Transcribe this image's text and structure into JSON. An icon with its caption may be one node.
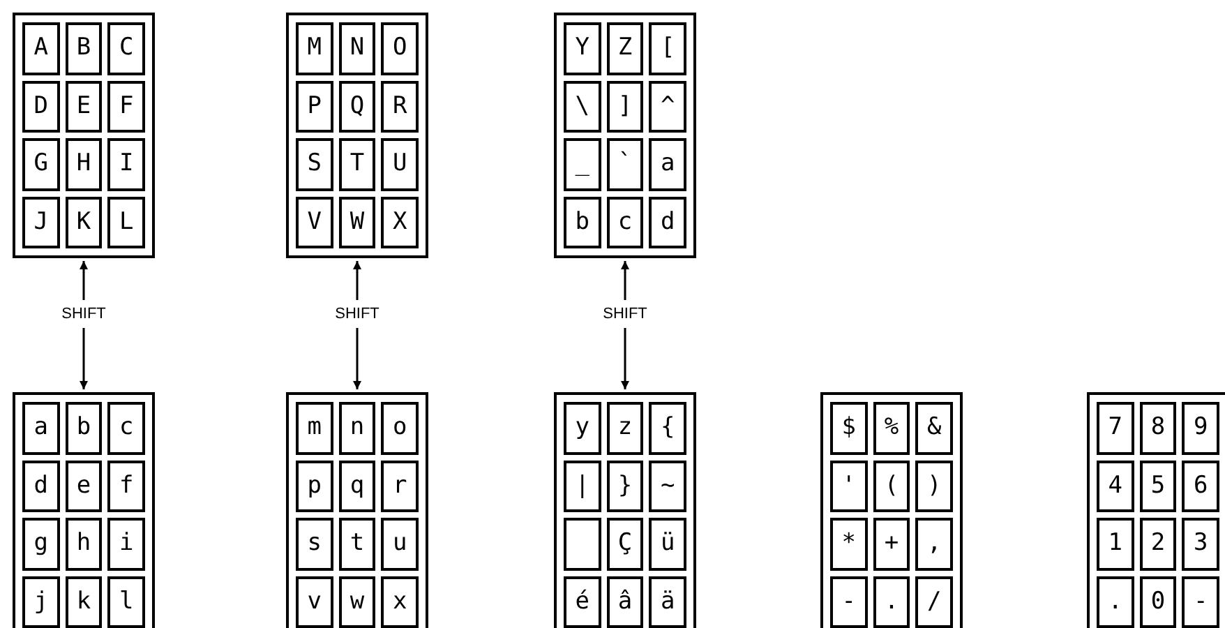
{
  "diagram": {
    "nodes": [
      {
        "text": [],
        "shape": "box"
      },
      {
        "text": [
          "A"
        ],
        "in": 0
      },
      {
        "text": [
          "B"
        ],
        "in": 0
      },
      {
        "text": [
          "C"
        ],
        "in": 0
      },
      {
        "text": [
          "D"
        ],
        "in": 0
      },
      {
        "text": [
          "E"
        ],
        "in": 0
      },
      {
        "text": [
          "F"
        ],
        "in": 0
      },
      {
        "text": [
          "G"
        ],
        "in": 0
      },
      {
        "text": [
          "H"
        ],
        "in": 0
      },
      {
        "text": [
          "I"
        ],
        "in": 0
      },
      {
        "text": [
          "J"
        ],
        "in": 0
      },
      {
        "text": [
          "K"
        ],
        "in": 0
      },
      {
        "text": [
          "L"
        ],
        "in": 0
      },
      {
        "text": [],
        "shape": "box"
      },
      {
        "text": [
          "M"
        ],
        "in": 13
      },
      {
        "text": [
          "N"
        ],
        "in": 13
      },
      {
        "text": [
          "O"
        ],
        "in": 13
      },
      {
        "text": [
          "P"
        ],
        "in": 13
      },
      {
        "text": [
          "Q"
        ],
        "in": 13
      },
      {
        "text": [
          "R"
        ],
        "in": 13
      },
      {
        "text": [
          "S"
        ],
        "in": 13
      },
      {
        "text": [
          "T"
        ],
        "in": 13
      },
      {
        "text": [
          "U"
        ],
        "in": 13
      },
      {
        "text": [
          "V"
        ],
        "in": 13
      },
      {
        "text": [
          "W"
        ],
        "in": 13
      },
      {
        "text": [
          "X"
        ],
        "in": 13
      },
      {
        "text": [],
        "shape": "box"
      },
      {
        "text": [
          "Y"
        ],
        "in": 26
      },
      {
        "text": [
          "Z"
        ],
        "in": 26
      },
      {
        "text": [
          "["
        ],
        "in": 26
      },
      {
        "text": [
          "\\"
        ],
        "in": 26
      },
      {
        "text": [
          "]"
        ],
        "in": 26
      },
      {
        "text": [
          "^"
        ],
        "in": 26
      },
      {
        "text": [
          "_"
        ],
        "in": 26
      },
      {
        "text": [
          "`"
        ],
        "in": 26
      },
      {
        "text": [
          "a"
        ],
        "in": 26
      },
      {
        "text": [
          "b"
        ],
        "in": 26
      },
      {
        "text": [
          "c"
        ],
        "in": 26
      },
      {
        "text": [
          "d"
        ],
        "in": 26
      },
      {
        "text": [
          "SHIFT"
        ]
      },
      {
        "text": [
          "SHIFT"
        ]
      },
      {
        "text": [
          "SHIFT"
        ]
      },
      {
        "text": [],
        "shape": "box"
      },
      {
        "text": [
          "a"
        ],
        "in": 42
      },
      {
        "text": [
          "b"
        ],
        "in": 42
      },
      {
        "text": [
          "c"
        ],
        "in": 42
      },
      {
        "text": [
          "d"
        ],
        "in": 42
      },
      {
        "text": [
          "e"
        ],
        "in": 42
      },
      {
        "text": [
          "f"
        ],
        "in": 42
      },
      {
        "text": [
          "g"
        ],
        "in": 42
      },
      {
        "text": [
          "h"
        ],
        "in": 42
      },
      {
        "text": [
          "i"
        ],
        "in": 42
      },
      {
        "text": [
          "j"
        ],
        "in": 42
      },
      {
        "text": [
          "k"
        ],
        "in": 42
      },
      {
        "text": [
          "l"
        ],
        "in": 42
      },
      {
        "text": [],
        "shape": "box"
      },
      {
        "text": [
          "m"
        ],
        "in": 55
      },
      {
        "text": [
          "n"
        ],
        "in": 55
      },
      {
        "text": [
          "o"
        ],
        "in": 55
      },
      {
        "text": [
          "p"
        ],
        "in": 55
      },
      {
        "text": [
          "q"
        ],
        "in": 55
      },
      {
        "text": [
          "r"
        ],
        "in": 55
      },
      {
        "text": [
          "s"
        ],
        "in": 55
      },
      {
        "text": [
          "t"
        ],
        "in": 55
      },
      {
        "text": [
          "u"
        ],
        "in": 55
      },
      {
        "text": [
          "v"
        ],
        "in": 55
      },
      {
        "text": [
          "w"
        ],
        "in": 55
      },
      {
        "text": [
          "x"
        ],
        "in": 55
      },
      {
        "text": [],
        "shape": "box"
      },
      {
        "text": [
          "y"
        ],
        "in": 68
      },
      {
        "text": [
          "z"
        ],
        "in": 68
      },
      {
        "text": [
          "{"
        ],
        "in": 68
      },
      {
        "text": [
          "|"
        ],
        "in": 68
      },
      {
        "text": [
          "}"
        ],
        "in": 68
      },
      {
        "text": [
          "~"
        ],
        "in": 68
      },
      {
        "text": [],
        "shape": "box",
        "in": 68
      },
      {
        "text": [
          "Ç"
        ],
        "in": 68
      },
      {
        "text": [
          "ü"
        ],
        "in": 68
      },
      {
        "text": [
          "é"
        ],
        "in": 68
      },
      {
        "text": [
          "â"
        ],
        "in": 68
      },
      {
        "text": [
          "ä"
        ],
        "in": 68
      },
      {
        "text": [],
        "shape": "box"
      },
      {
        "text": [
          "$"
        ],
        "in": 81
      },
      {
        "text": [
          "%"
        ],
        "in": 81
      },
      {
        "text": [
          "&"
        ],
        "in": 81
      },
      {
        "text": [
          "'"
        ],
        "in": 81
      },
      {
        "text": [
          "("
        ],
        "in": 81
      },
      {
        "text": [
          ")"
        ],
        "in": 81
      },
      {
        "text": [
          "*"
        ],
        "in": 81
      },
      {
        "text": [
          "+"
        ],
        "in": 81
      },
      {
        "text": [
          ","
        ],
        "in": 81
      },
      {
        "text": [
          "-"
        ],
        "in": 81
      },
      {
        "text": [
          "."
        ],
        "in": 81
      },
      {
        "text": [
          "/"
        ],
        "in": 81
      },
      {
        "text": [],
        "shape": "box"
      },
      {
        "text": [
          "7"
        ],
        "in": 94
      },
      {
        "text": [
          "8"
        ],
        "in": 94
      },
      {
        "text": [
          "9"
        ],
        "in": 94
      },
      {
        "text": [
          "4"
        ],
        "in": 94
      },
      {
        "text": [
          "5"
        ],
        "in": 94
      },
      {
        "text": [
          "6"
        ],
        "in": 94
      },
      {
        "text": [
          "1"
        ],
        "in": 94
      },
      {
        "text": [
          "2"
        ],
        "in": 94
      },
      {
        "text": [
          "3"
        ],
        "in": 94
      },
      {
        "text": [
          "."
        ],
        "in": 94
      },
      {
        "text": [
          "0"
        ],
        "in": 94
      },
      {
        "text": [
          "-"
        ],
        "in": 94
      }
    ],
    "edges": [
      {
        "from": 39,
        "to": 0,
        "arrow": "to"
      },
      {
        "from": 39,
        "to": 42,
        "arrow": "to"
      },
      {
        "from": 40,
        "to": 13,
        "arrow": "to"
      },
      {
        "from": 40,
        "to": 55,
        "arrow": "to"
      },
      {
        "from": 41,
        "to": 26,
        "arrow": "to"
      },
      {
        "from": 41,
        "to": 68,
        "arrow": "to"
      }
    ]
  }
}
